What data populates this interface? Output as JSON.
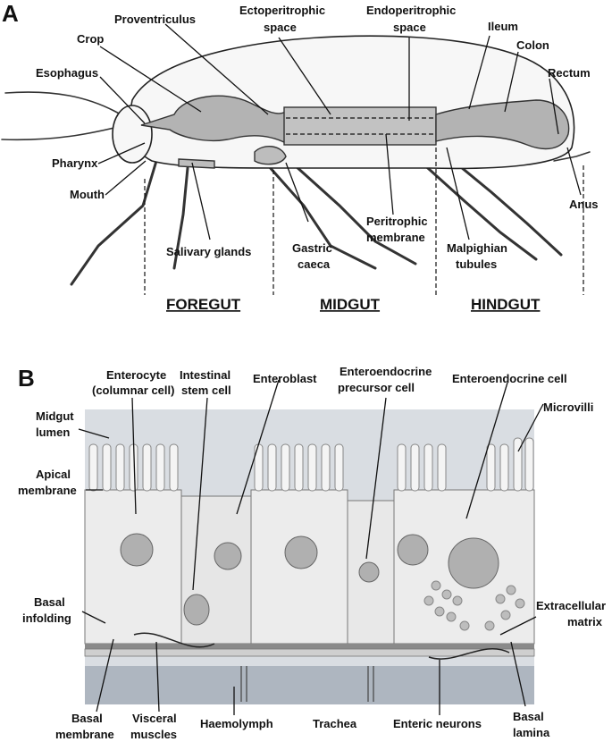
{
  "panel_a": {
    "letter": "A",
    "labels": {
      "proventriculus": "Proventriculus",
      "ectoperitrophic_1": "Ectoperitrophic",
      "ectoperitrophic_2": "space",
      "endoperitrophic_1": "Endoperitrophic",
      "endoperitrophic_2": "space",
      "crop": "Crop",
      "ileum": "Ileum",
      "colon": "Colon",
      "esophagus": "Esophagus",
      "rectum": "Rectum",
      "pharynx": "Pharynx",
      "mouth": "Mouth",
      "anus": "Anus",
      "peritrophic_1": "Peritrophic",
      "peritrophic_2": "membrane",
      "salivary": "Salivary glands",
      "gastric_1": "Gastric",
      "gastric_2": "caeca",
      "malpighian_1": "Malpighian",
      "malpighian_2": "tubules"
    },
    "sections": {
      "foregut": "FOREGUT",
      "midgut": "MIDGUT",
      "hindgut": "HINDGUT"
    }
  },
  "panel_b": {
    "letter": "B",
    "labels": {
      "enterocyte_1": "Enterocyte",
      "enterocyte_2": "(columnar cell)",
      "isc_1": "Intestinal",
      "isc_2": "stem cell",
      "enteroblast": "Enteroblast",
      "eep_1": "Enteroendocrine",
      "eep_2": "precursor cell",
      "ee": "Enteroendocrine cell",
      "lumen_1": "Midgut",
      "lumen_2": "lumen",
      "microvilli": "Microvilli",
      "apical_1": "Apical",
      "apical_2": "membrane",
      "basal_inf_1": "Basal",
      "basal_inf_2": "infolding",
      "ecm_1": "Extracellular",
      "ecm_2": "matrix",
      "basal_mem_1": "Basal",
      "basal_mem_2": "membrane",
      "visceral_1": "Visceral",
      "visceral_2": "muscles",
      "haemolymph": "Haemolymph",
      "trachea": "Trachea",
      "enteric": "Enteric neurons",
      "basal_lam_1": "Basal",
      "basal_lam_2": "lamina"
    }
  }
}
